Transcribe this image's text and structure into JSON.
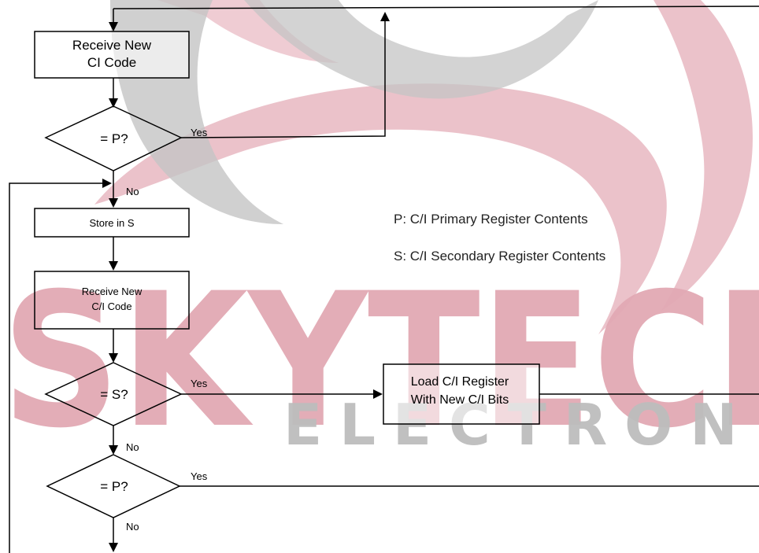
{
  "watermark": {
    "brand_main": "SKYTECH",
    "brand_sub": "ELECTRONIC",
    "accent_color": "#e2a9b4",
    "gray_color": "#bdbdbd"
  },
  "nodes": {
    "receive_ci": {
      "line1": "Receive New",
      "line2": "CI Code"
    },
    "decision_p1": {
      "label": "= P?"
    },
    "store_s": {
      "label": "Store in S"
    },
    "receive_ci_2": {
      "line1": "Receive New",
      "line2": "C/I Code"
    },
    "decision_s": {
      "label": "= S?"
    },
    "load_register": {
      "line1": "Load C/I Register",
      "line2": "With New C/I Bits"
    },
    "decision_p2": {
      "label": "= P?"
    }
  },
  "edge_labels": {
    "yes": "Yes",
    "no": "No"
  },
  "legend": {
    "p": "P: C/I Primary Register Contents",
    "s": "S: C/I Secondary Register Contents"
  }
}
